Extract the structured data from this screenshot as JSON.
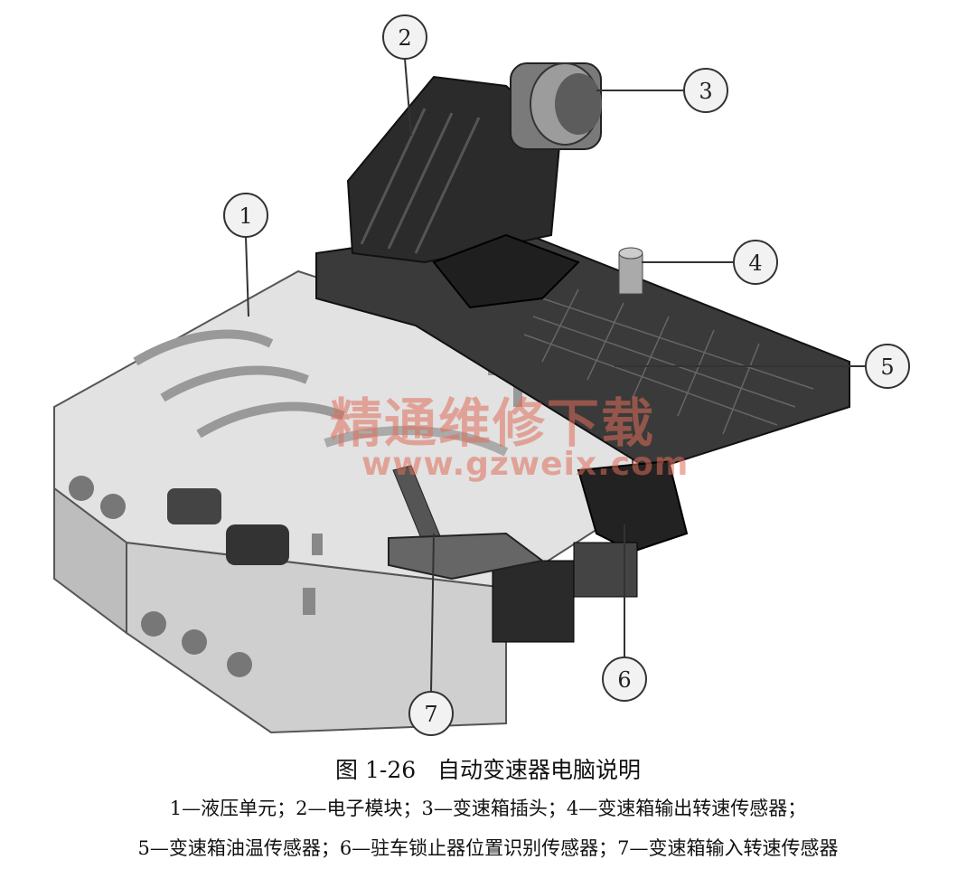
{
  "figure": {
    "callouts": [
      "1",
      "2",
      "3",
      "4",
      "5",
      "6",
      "7"
    ],
    "watermark": {
      "text_cn": "精通维修下载",
      "text_url": "www.gzweix.com"
    },
    "colors": {
      "background": "#ffffff",
      "hydraulic_body": "#d9d9d9",
      "electronic_module": "#2b2b2b",
      "watermark": "#de6e5a"
    }
  },
  "caption": {
    "title": "图 1-26   自动变速器电脑说明",
    "legend_line1": "1—液压单元；2—电子模块；3—变速箱插头；4—变速箱输出转速传感器；",
    "legend_line2": "5—变速箱油温传感器；6—驻车锁止器位置识别传感器；7—变速箱输入转速传感器"
  }
}
